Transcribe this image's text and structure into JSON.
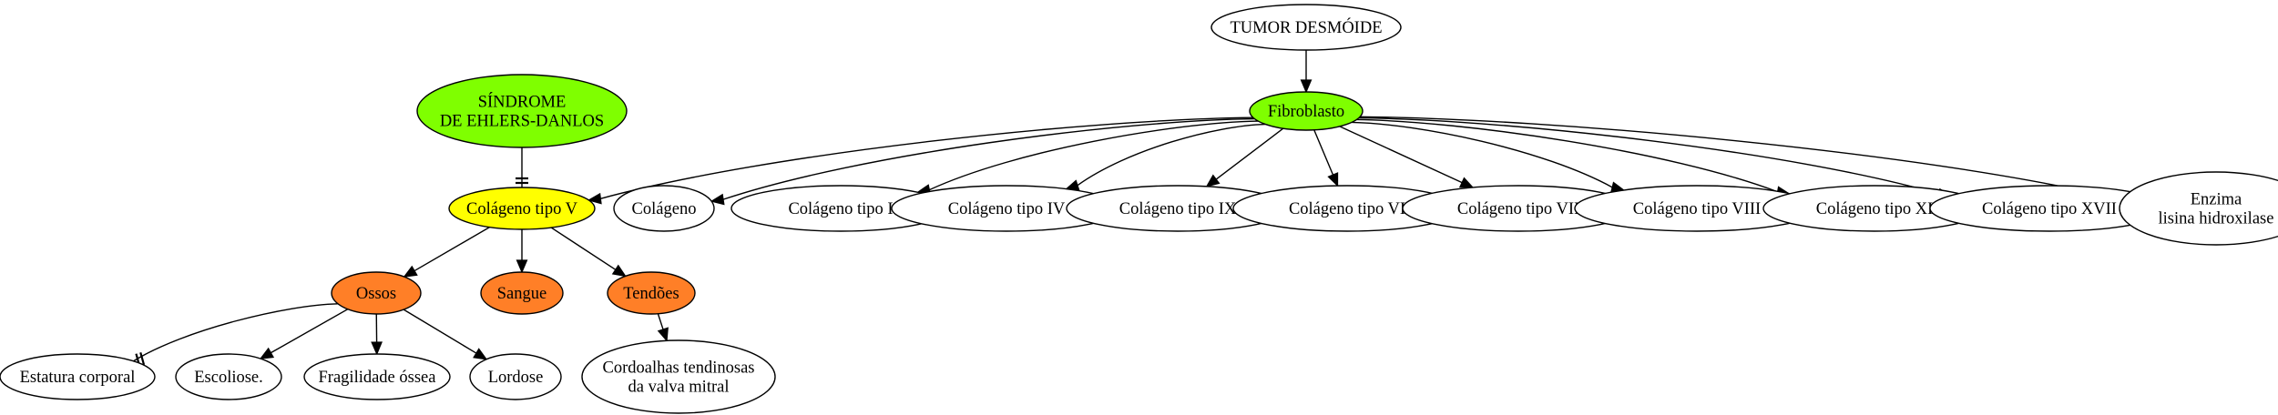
{
  "nodes": {
    "tumor": {
      "lines": [
        "TUMOR DESMÓIDE"
      ],
      "fill": "#ffffff"
    },
    "fibro": {
      "lines": [
        "Fibroblasto"
      ],
      "fill": "#7fff00"
    },
    "ehlers": {
      "lines": [
        "SÍNDROME",
        "DE EHLERS-DANLOS"
      ],
      "fill": "#7fff00"
    },
    "col5": {
      "lines": [
        "Colágeno tipo V"
      ],
      "fill": "#ffff00"
    },
    "colageno": {
      "lines": [
        "Colágeno"
      ],
      "fill": "#ffffff"
    },
    "col1": {
      "lines": [
        "Colágeno tipo I"
      ],
      "fill": "#ffffff"
    },
    "col4": {
      "lines": [
        "Colágeno tipo IV"
      ],
      "fill": "#ffffff"
    },
    "col9": {
      "lines": [
        "Colágeno tipo IX"
      ],
      "fill": "#ffffff"
    },
    "col6": {
      "lines": [
        "Colágeno tipo VI"
      ],
      "fill": "#ffffff"
    },
    "col7": {
      "lines": [
        "Colágeno tipo VII"
      ],
      "fill": "#ffffff"
    },
    "col8": {
      "lines": [
        "Colágeno tipo VIII"
      ],
      "fill": "#ffffff"
    },
    "col11": {
      "lines": [
        "Colágeno tipo XI"
      ],
      "fill": "#ffffff"
    },
    "col17": {
      "lines": [
        "Colágeno tipo XVII"
      ],
      "fill": "#ffffff"
    },
    "enzima": {
      "lines": [
        "Enzima",
        "lisina hidroxilase"
      ],
      "fill": "#ffffff"
    },
    "ossos": {
      "lines": [
        "Ossos"
      ],
      "fill": "#ff7f27"
    },
    "sangue": {
      "lines": [
        "Sangue"
      ],
      "fill": "#ff7f27"
    },
    "tendoes": {
      "lines": [
        "Tendões"
      ],
      "fill": "#ff7f27"
    },
    "estatura": {
      "lines": [
        "Estatura corporal"
      ],
      "fill": "#ffffff"
    },
    "escoliose": {
      "lines": [
        "Escoliose."
      ],
      "fill": "#ffffff"
    },
    "fragilidade": {
      "lines": [
        "Fragilidade óssea"
      ],
      "fill": "#ffffff"
    },
    "lordose": {
      "lines": [
        "Lordose"
      ],
      "fill": "#ffffff"
    },
    "cordoalhas": {
      "lines": [
        "Cordoalhas tendinosas",
        "da valva mitral"
      ],
      "fill": "#ffffff"
    }
  },
  "edges": [
    {
      "from": "tumor",
      "to": "fibro",
      "head": "arrow"
    },
    {
      "from": "fibro",
      "to": "col5",
      "head": "arrow"
    },
    {
      "from": "fibro",
      "to": "colageno",
      "head": "arrow"
    },
    {
      "from": "fibro",
      "to": "col1",
      "head": "arrow"
    },
    {
      "from": "fibro",
      "to": "col4",
      "head": "arrow"
    },
    {
      "from": "fibro",
      "to": "col9",
      "head": "arrow"
    },
    {
      "from": "fibro",
      "to": "col6",
      "head": "arrow"
    },
    {
      "from": "fibro",
      "to": "col7",
      "head": "arrow"
    },
    {
      "from": "fibro",
      "to": "col8",
      "head": "arrow"
    },
    {
      "from": "fibro",
      "to": "col11",
      "head": "arrow"
    },
    {
      "from": "fibro",
      "to": "col17",
      "head": "arrow"
    },
    {
      "from": "fibro",
      "to": "enzima",
      "head": "arrow"
    },
    {
      "from": "ehlers",
      "to": "col5",
      "head": "tee"
    },
    {
      "from": "col5",
      "to": "ossos",
      "head": "arrow"
    },
    {
      "from": "col5",
      "to": "sangue",
      "head": "arrow"
    },
    {
      "from": "col5",
      "to": "tendoes",
      "head": "arrow"
    },
    {
      "from": "ossos",
      "to": "estatura",
      "head": "tee"
    },
    {
      "from": "ossos",
      "to": "escoliose",
      "head": "arrow"
    },
    {
      "from": "ossos",
      "to": "fragilidade",
      "head": "arrow"
    },
    {
      "from": "ossos",
      "to": "lordose",
      "head": "arrow"
    },
    {
      "from": "tendoes",
      "to": "cordoalhas",
      "head": "arrow"
    }
  ]
}
